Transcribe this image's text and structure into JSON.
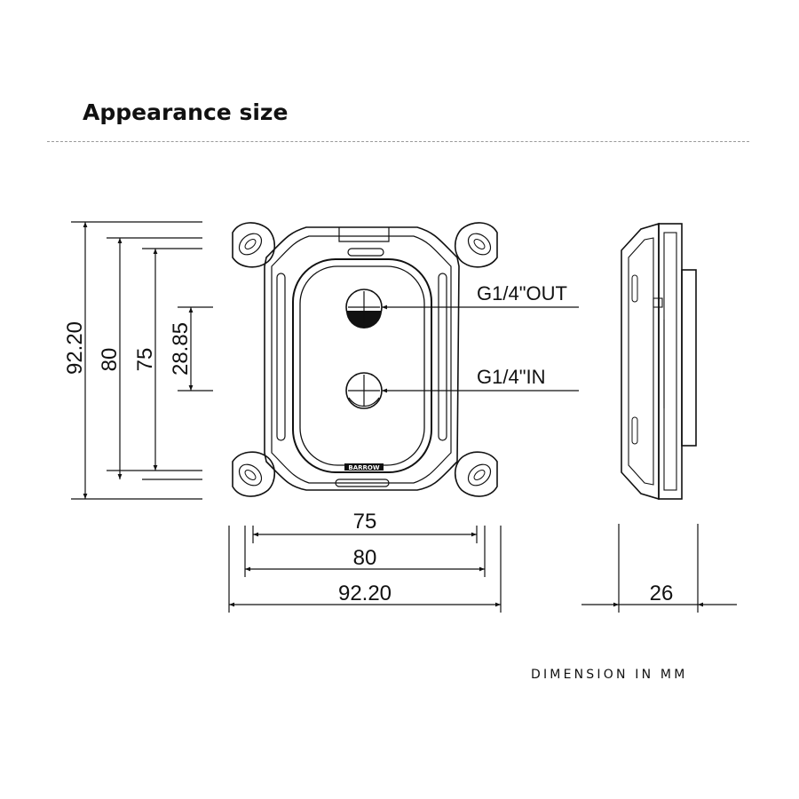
{
  "title": "Appearance size",
  "footer": "DIMENSION IN MM",
  "labels": {
    "outlet": "G1/4\"OUT",
    "inlet": "G1/4\"IN",
    "brand": "BARROW"
  },
  "dimensions": {
    "height_total": "92.20",
    "height_80": "80",
    "height_75": "75",
    "port_spacing": "28.85",
    "width_75": "75",
    "width_80": "80",
    "width_total": "92.20",
    "thickness": "26"
  }
}
